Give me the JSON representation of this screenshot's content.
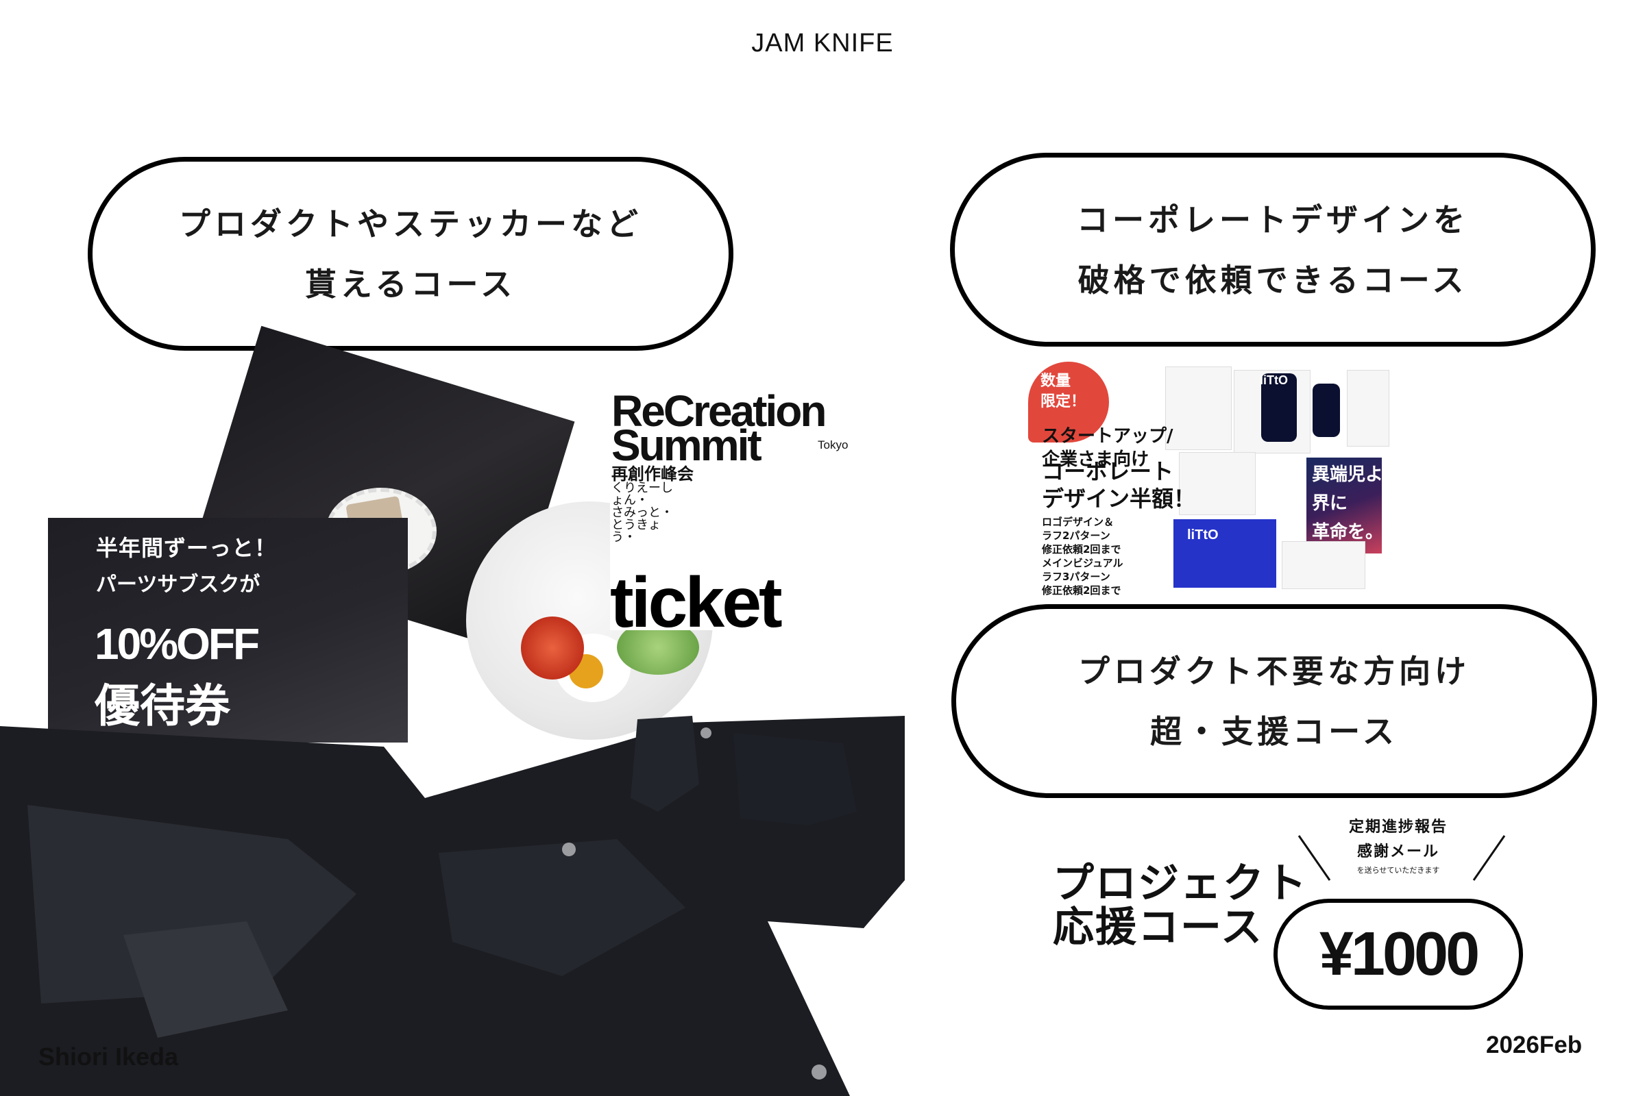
{
  "header": {
    "brand": "JAM KNIFE"
  },
  "courses": {
    "product": {
      "line1": "プロダクトやステッカーなど",
      "line2": "貰えるコース"
    },
    "corporate": {
      "line1": "コーポレートデザインを",
      "line2": "破格で依頼できるコース"
    },
    "support": {
      "line1": "プロダクト不要な方向け",
      "line2": "超・支援コース"
    }
  },
  "collage": {
    "ticket": {
      "title1": "ReCreation",
      "title2": "Summit",
      "city": "Tokyo",
      "subtitle": "再創作峰会",
      "names": [
        "くりえーし",
        "ょん・",
        "さみっと・",
        "とうきょ",
        "う・"
      ],
      "word": "ticket"
    },
    "coupon": {
      "line1": "半年間ずーっと！",
      "line2": "パーツサブスクが",
      "discount": "10%OFF",
      "label": "優待券"
    }
  },
  "corporate_flyer": {
    "badge": [
      "数量",
      "限定！"
    ],
    "lines": [
      "スタートアップ/",
      "企業さま向け"
    ],
    "big_lines": [
      "コーポレート",
      "デザイン半額！"
    ],
    "details": [
      "ロゴデザイン＆",
      "ラフ2パターン",
      "修正依頼2回まで",
      "メインビジュアル",
      "ラフ3パターン",
      "修正依頼2回まで"
    ],
    "poster": [
      "異端児よ、",
      "界に",
      "革命を。"
    ],
    "logo": "liTtO"
  },
  "project": {
    "title_line1": "プロジェクト",
    "title_line2": "応援コース",
    "note_line1": "定期進捗報告",
    "note_line2": "感謝メール",
    "note_line3": "を送らせていただきます",
    "price": "¥1000"
  },
  "footer": {
    "author": "Shiori Ikeda",
    "date": "2026Feb"
  }
}
